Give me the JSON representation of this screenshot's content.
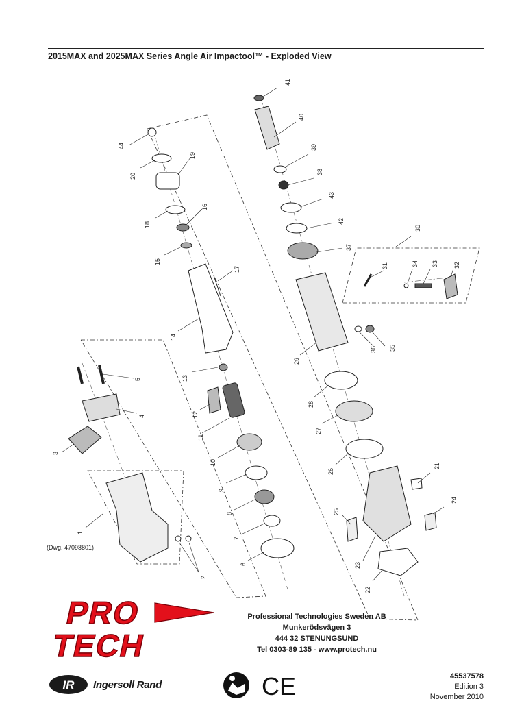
{
  "header": {
    "title": "2015MAX and 2025MAX Series Angle Air Impactool™ - Exploded View"
  },
  "callouts": [
    "1",
    "2",
    "3",
    "4",
    "5",
    "6",
    "7",
    "8",
    "9",
    "10",
    "11",
    "12",
    "13",
    "14",
    "15",
    "16",
    "17",
    "18",
    "19",
    "20",
    "21",
    "22",
    "23",
    "24",
    "25",
    "26",
    "27",
    "28",
    "29",
    "30",
    "31",
    "32",
    "33",
    "34",
    "35",
    "36",
    "37",
    "38",
    "39",
    "40",
    "41",
    "42",
    "43",
    "44"
  ],
  "drawing_ref": "(Dwg. 47098801)",
  "logo": {
    "protech_line1": "PRO",
    "protech_line2": "TECH",
    "ir_mark": "IR",
    "ir_name": "Ingersoll Rand",
    "ce_mark": "CE"
  },
  "company": {
    "name": "Professional Technologies Sweden AB",
    "street": "Munkerödsvägen 3",
    "city": "444 32 STENUNGSUND",
    "contact": "Tel 0303-89 135  -  www.protech.nu"
  },
  "document": {
    "number": "45537578",
    "edition": "Edition 3",
    "date": "November 2010"
  },
  "colors": {
    "brand_red": "#e3101b",
    "line": "#222222"
  }
}
